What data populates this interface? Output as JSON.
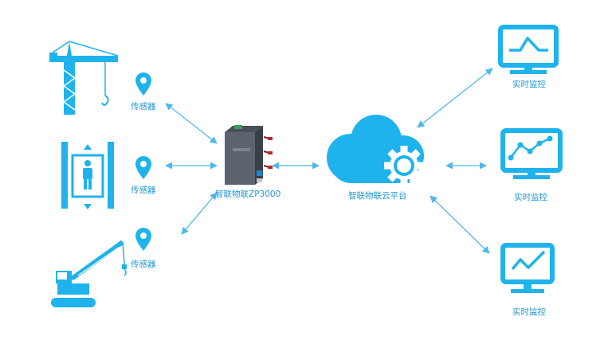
{
  "colors": {
    "primary": "#1eb3ec",
    "arrow": "#4db8ea",
    "label": "#1f96d4",
    "router_body": "#5d6470",
    "router_antenna": "#b52a2a"
  },
  "sensors": [
    {
      "label": "传感器",
      "device": "tower-crane"
    },
    {
      "label": "传感器",
      "device": "elevator"
    },
    {
      "label": "传感器",
      "device": "crawler-crane"
    }
  ],
  "gateway": {
    "label": "智联物联ZP3000"
  },
  "cloud": {
    "label": "智联物联云平台",
    "icon": "gear-icon"
  },
  "monitors": [
    {
      "label": "实时监控",
      "chart": "peak"
    },
    {
      "label": "实时监控",
      "chart": "zigzag"
    },
    {
      "label": "实时监控",
      "chart": "wave"
    }
  ]
}
